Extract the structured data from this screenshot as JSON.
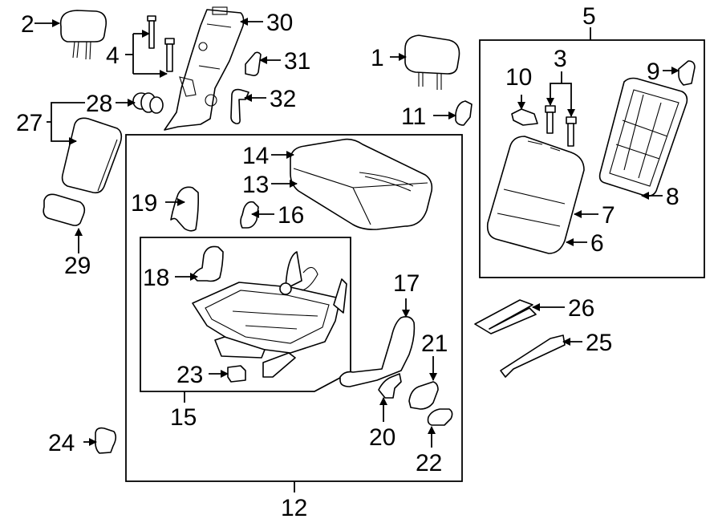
{
  "callouts": {
    "n1": "1",
    "n2": "2",
    "n3": "3",
    "n4": "4",
    "n5": "5",
    "n6": "6",
    "n7": "7",
    "n8": "8",
    "n9": "9",
    "n10": "10",
    "n11": "11",
    "n12": "12",
    "n13": "13",
    "n14": "14",
    "n15": "15",
    "n16": "16",
    "n17": "17",
    "n18": "18",
    "n19": "19",
    "n20": "20",
    "n21": "21",
    "n22": "22",
    "n23": "23",
    "n24": "24",
    "n25": "25",
    "n26": "26",
    "n27": "27",
    "n28": "28",
    "n29": "29",
    "n30": "30",
    "n31": "31",
    "n32": "32"
  }
}
